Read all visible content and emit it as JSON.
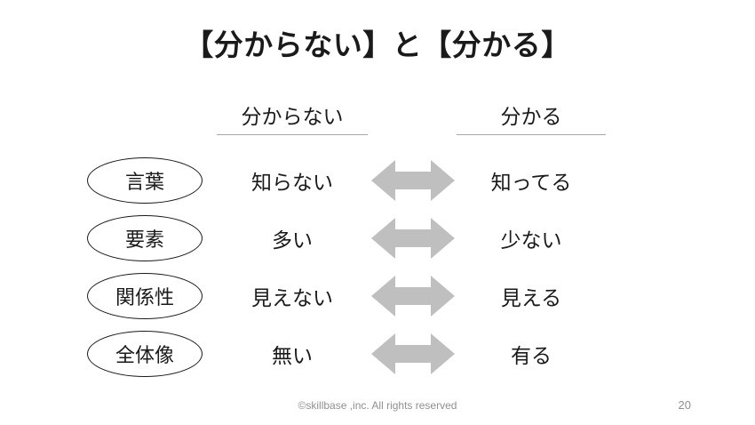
{
  "title": "【分からない】と【分かる】",
  "columns": {
    "left_header": "分からない",
    "right_header": "分かる"
  },
  "rows": [
    {
      "label": "言葉",
      "left": "知らない",
      "right": "知ってる"
    },
    {
      "label": "要素",
      "left": "多い",
      "right": "少ない"
    },
    {
      "label": "関係性",
      "left": "見えない",
      "right": "見える"
    },
    {
      "label": "全体像",
      "left": "無い",
      "right": "有る"
    }
  ],
  "icons": {
    "arrow": "left-right-arrow-icon"
  },
  "footer": {
    "copyright": "©skillbase ,inc. All rights reserved",
    "page_number": "20"
  },
  "colors": {
    "arrow": "#bfbfbf",
    "underline": "#a6a6a6",
    "text": "#1a1a1a",
    "footer_text": "#909090",
    "background": "#ffffff"
  }
}
